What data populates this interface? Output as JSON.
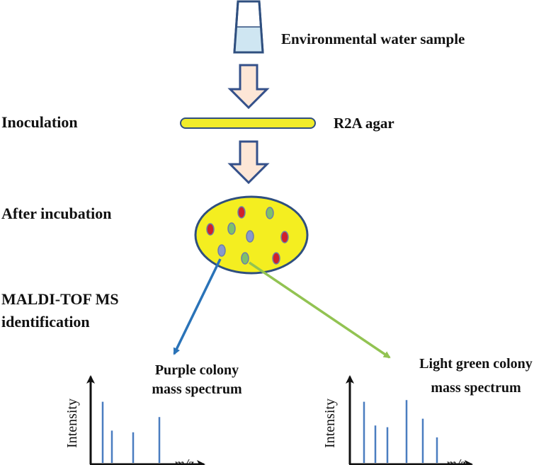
{
  "labels": {
    "sample": "Environmental water sample",
    "inoculation": "Inoculation",
    "agar": "R2A agar",
    "after_incubation": "After incubation",
    "maldi_line1": "MALDI-TOF MS",
    "maldi_line2": "identification"
  },
  "spectra": [
    {
      "title_line1": "Purple colony",
      "title_line2": "mass spectrum",
      "ylabel": "Intensity",
      "xlabel": "m/z",
      "peaks": [
        0.72,
        0.38,
        0.36,
        0.54
      ]
    },
    {
      "title_line1": "Light green colony",
      "title_line2": "mass spectrum",
      "ylabel": "Intensity",
      "xlabel": "m/z",
      "peaks": [
        0.72,
        0.44,
        0.42,
        0.74,
        0.52,
        0.3
      ]
    }
  ],
  "colors": {
    "tube_liquid": "#cfe6f2",
    "arrow_fill": "#fde6d6",
    "arrow_stroke": "#34508a",
    "agar_fill": "#f0ec2a",
    "plate_fill": "#f4ee20",
    "plate_stroke": "#2f4f7f",
    "colony_red": "#d0202a",
    "colony_green": "#7ec06a",
    "colony_purple": "#8898cc",
    "arrow_purple": "#2a73b8",
    "arrow_green": "#92c352",
    "peak": "#4a7dc0"
  }
}
